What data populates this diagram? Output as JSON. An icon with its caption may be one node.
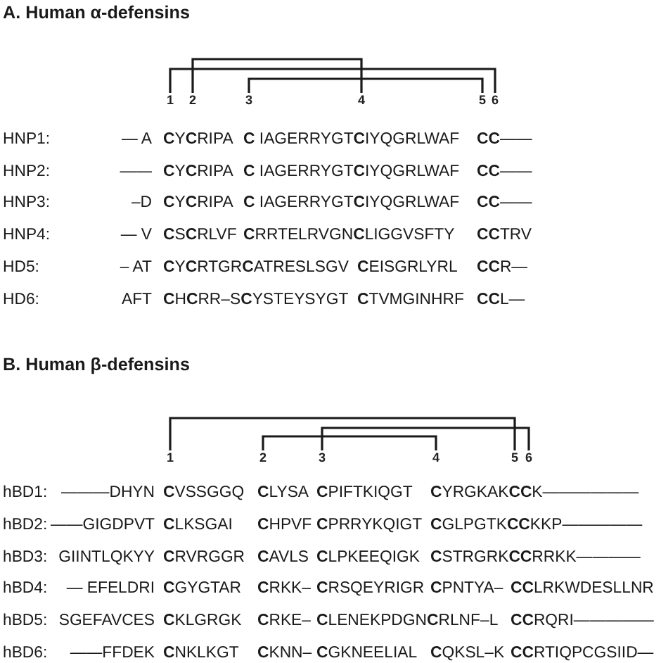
{
  "diagram": {
    "nodes": [
      {
        "text": [
          "1"
        ]
      },
      {
        "text": [
          "2"
        ]
      },
      {
        "text": [
          "3"
        ]
      },
      {
        "text": [
          "4"
        ]
      },
      {
        "text": [
          "5"
        ]
      },
      {
        "text": [
          "6"
        ]
      },
      {
        "text": [
          "1"
        ]
      },
      {
        "text": [
          "2"
        ]
      },
      {
        "text": [
          "3"
        ]
      },
      {
        "text": [
          "4"
        ]
      },
      {
        "text": [
          "5"
        ]
      },
      {
        "text": [
          "6"
        ]
      }
    ],
    "edges": [
      {
        "from": 0,
        "to": 5,
        "arrow": "none"
      },
      {
        "from": 1,
        "to": 3,
        "arrow": "none"
      },
      {
        "from": 2,
        "to": 4,
        "arrow": "none"
      },
      {
        "from": 6,
        "to": 10,
        "arrow": "none"
      },
      {
        "from": 7,
        "to": 9,
        "arrow": "none"
      },
      {
        "from": 8,
        "to": 11,
        "arrow": "none"
      }
    ],
    "labels": [
      "A. Human α-defensins",
      "HNP1:",
      "— A",
      "**C**Y**C**RIPA",
      "**C** IAGERRYGT**C**IYQGRLWAF",
      "**CC**——",
      "HNP2:",
      "——",
      "**C**Y**C**RIPA",
      "**C** IAGERRYGT**C**IYQGRLWAF",
      "**CC**——",
      "HNP3:",
      "–D",
      "**C**Y**C**RIPA",
      "**C** IAGERRYGT**C**IYQGRLWAF",
      "**CC**——",
      "HNP4:",
      "— V",
      "**C**S**C**RLVF",
      "**C**RRTELRVGN**C**LIGGVSFTY",
      "**CC**TRV",
      "HD5:",
      "– AT",
      "**C**Y**C**RTGR**C**ATRESLSGV",
      "**C**EISGRLYRL",
      "**CC**R—",
      "HD6:",
      "AFT",
      "**C**H**C**RR–S**C**YSTEYSYGT",
      "**C**TVMGINHRF",
      "**CC**L—",
      "B. Human β-defensins",
      "hBD1:",
      "———DHYN",
      "**C**VSSGGQ",
      "**C**LYSA",
      "**C**PIFTKIQGT",
      "**C**YRGKAK**CC**K——————",
      "hBD2:",
      "——GIGDPVT",
      "**C**LKSGAI",
      "**C**HPVF",
      "**C**PRRYKQIGT",
      "**C**GLPGTK**CC**KKP—————",
      "hBD3:",
      "GIINTLQKYY",
      "**C**RVRGGR",
      "**C**AVLS",
      "**C**LPKEEQIGK",
      "**C**STRGRK**CC**RRKK————",
      "hBD4:",
      "— EFELDRI",
      "**C**GYGTAR",
      "**C**RKK–",
      "**C**RSQEYRIGR",
      "**C**PNTYA–",
      "**CC**LRKWDESLLNR",
      "hBD5:",
      "SGEFAVCES",
      "**C**KLGRGK",
      "**C**RKE–",
      "**C**LENEKPDGN**C**RLNF–L",
      "**CC**RQRI—————",
      "hBD6:",
      "——FFDEK",
      "**C**NKLKGT",
      "**C**KNN–",
      "**C**GKNEELIAL",
      "**C**QKSL–K",
      "**CC**RTIQPCGSIID—"
    ]
  }
}
